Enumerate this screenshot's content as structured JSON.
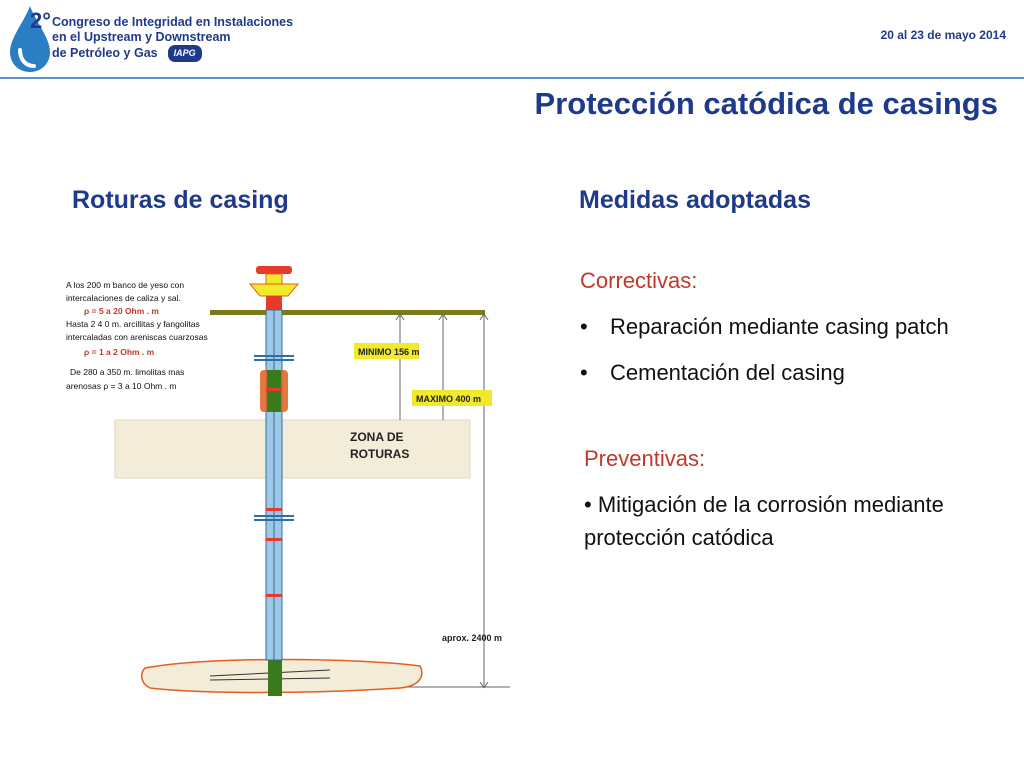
{
  "header": {
    "logo_number": "2°",
    "logo_lines": [
      "Congreso de Integridad en Instalaciones",
      "en el Upstream y Downstream",
      "de Petróleo y Gas"
    ],
    "logo_badge": "IAPG",
    "date": "20 al 23 de mayo 2014"
  },
  "title": "Protección catódica de casings",
  "left": {
    "heading": "Roturas de casing",
    "notes": [
      "A los 200 m banco de yeso con",
      "intercalaciones de caliza y sal.",
      "ρ = 5 a 20  Ohm . m",
      "Hasta 2 4 0 m. arcillitas y fangolitas",
      "intercaladas con areniscas  cuarzosas",
      "ρ = 1 a 2 Ohm . m",
      "De 280 a 350 m. limolitas mas",
      "arenosas  ρ = 3 a 10  Ohm . m"
    ],
    "minimo": "MINIMO 156 m",
    "maximo": "MAXIMO 400 m",
    "zona": [
      "ZONA DE",
      "ROTURAS"
    ],
    "aprox": "aprox.  2400 m"
  },
  "right": {
    "heading": "Medidas adoptadas",
    "correctivas_label": "Correctivas:",
    "correctivas": [
      "Reparación mediante casing patch",
      "Cementación del casing"
    ],
    "preventivas_label": "Preventivas:",
    "preventiva_text": "•  Mitigación de la corrosión mediante protección catódica",
    "bullet_symbol": "•"
  },
  "colors": {
    "title": "#1f3a8a",
    "subheading": "#c0392b",
    "label_box": "#f1ea2a",
    "zone": "#f3ecd8",
    "pipe": "#4a90c2",
    "ground": "#7a7a1a"
  }
}
